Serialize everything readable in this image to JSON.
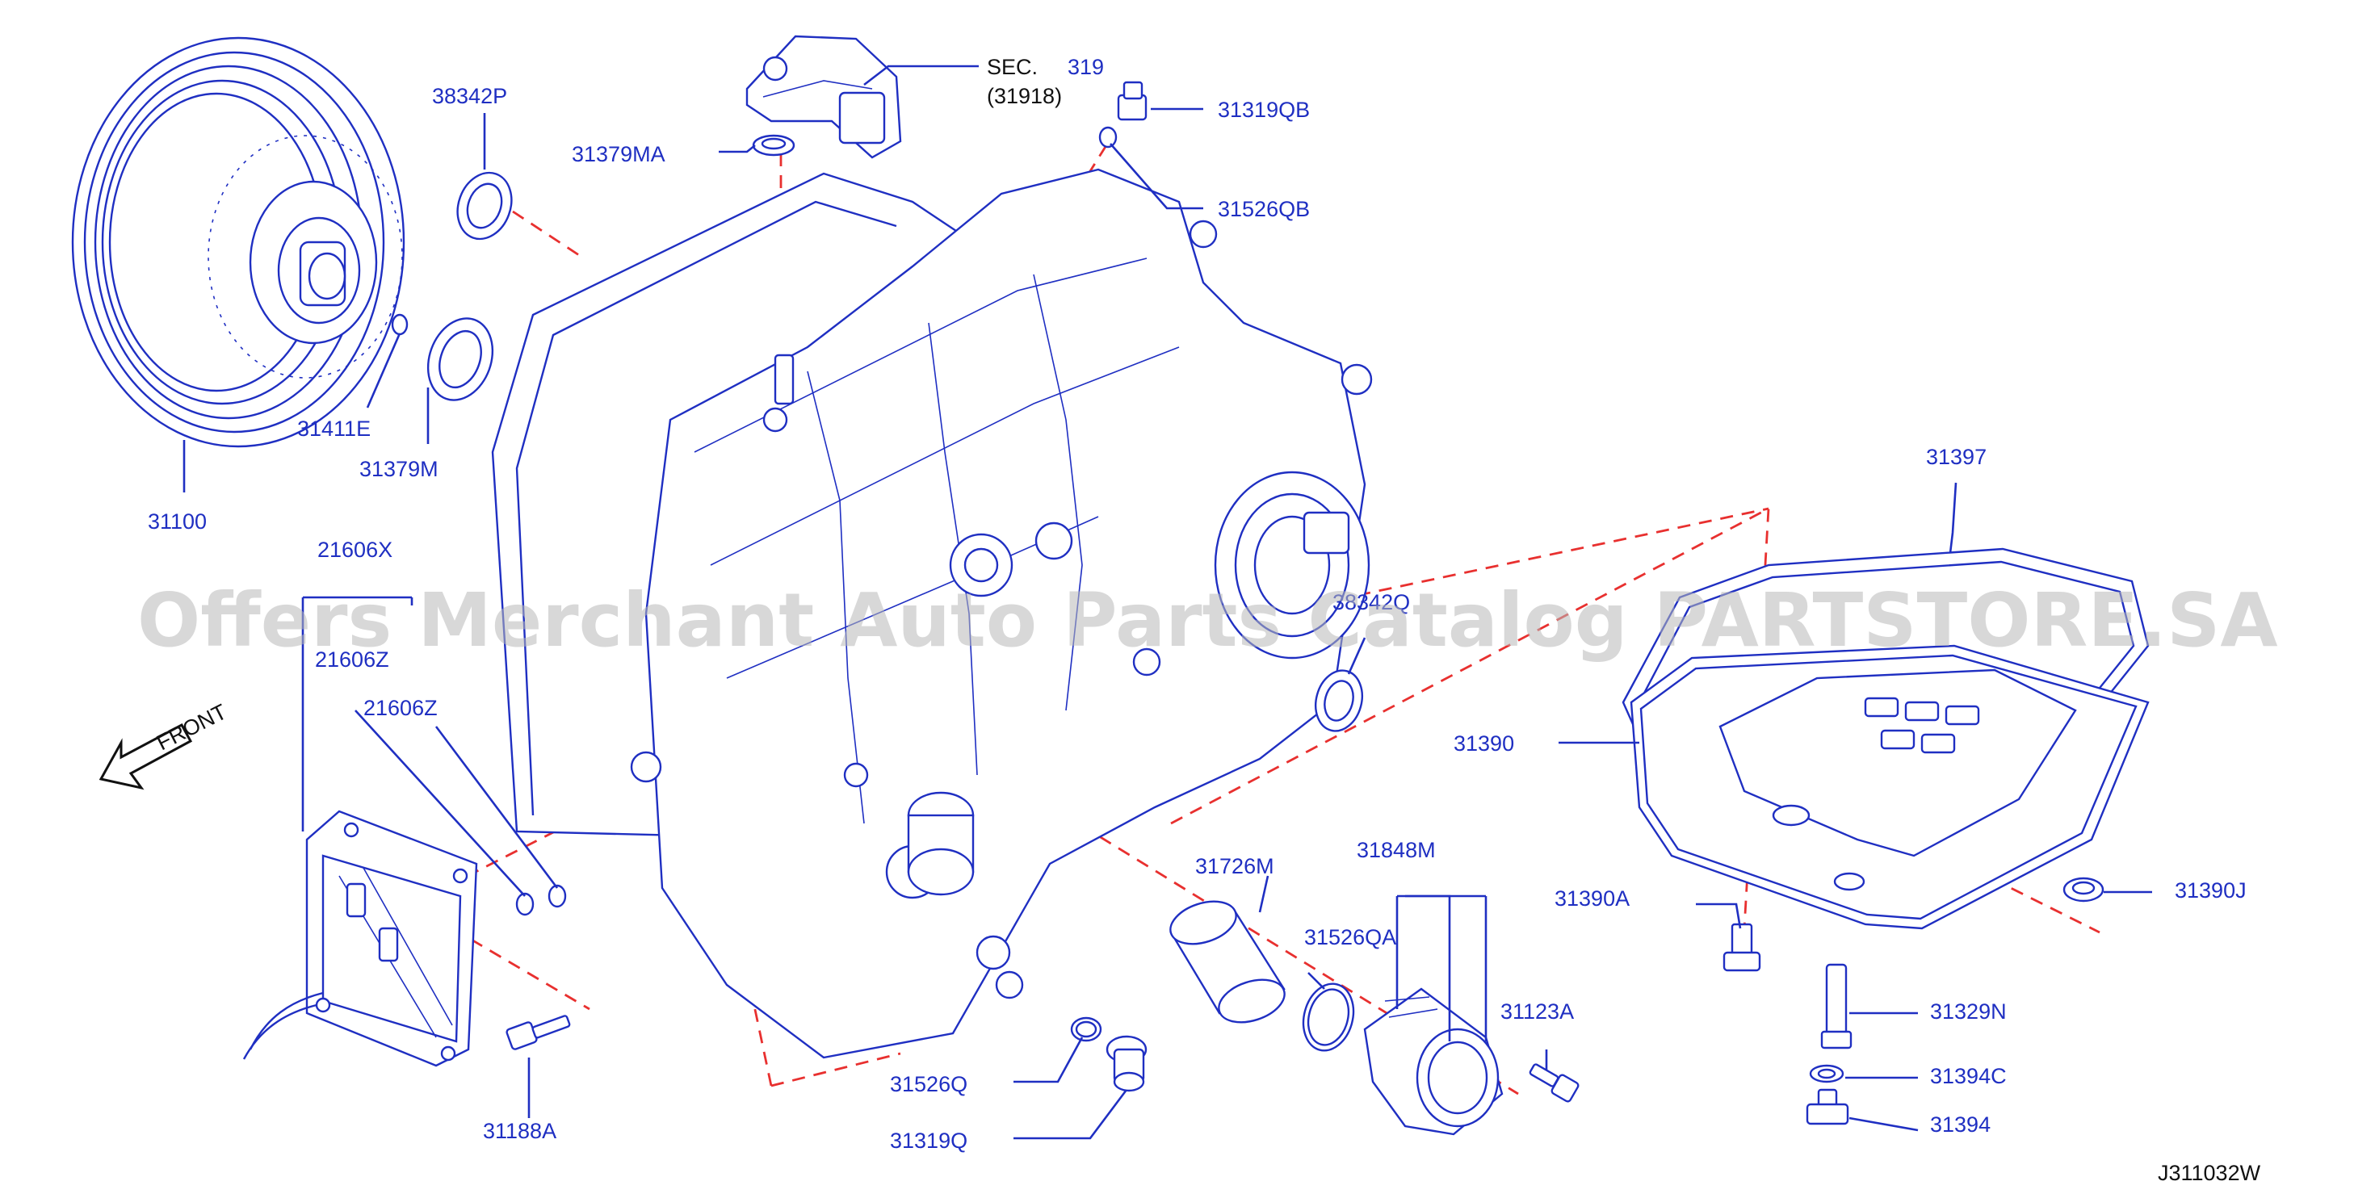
{
  "watermark": "Offers Merchant Auto Parts Catalog PARTSTORE.SA",
  "diagram_code": "J311032W",
  "front_label": "FRONT",
  "section_ref": {
    "prefix": "SEC.",
    "number": "319",
    "sub": "(31918)"
  },
  "labels": {
    "p38342P": "38342P",
    "p31379MA": "31379MA",
    "p31319QB": "31319QB",
    "p31526QB": "31526QB",
    "p31411E": "31411E",
    "p31379M": "31379M",
    "p31100": "31100",
    "p21606X": "21606X",
    "p21606Z_a": "21606Z",
    "p21606Z_b": "21606Z",
    "p38342Q": "38342Q",
    "p31397": "31397",
    "p31390": "31390",
    "p31848M": "31848M",
    "p31726M": "31726M",
    "p31526QA": "31526QA",
    "p31123A": "31123A",
    "p31390A": "31390A",
    "p31390J": "31390J",
    "p31329N": "31329N",
    "p31394C": "31394C",
    "p31394": "31394",
    "p31188A": "31188A",
    "p31526Q": "31526Q",
    "p31319Q": "31319Q"
  },
  "colors": {
    "line": "#1f2fc2",
    "dashed": "#e8302f",
    "watermark": "#b9b9b9"
  }
}
